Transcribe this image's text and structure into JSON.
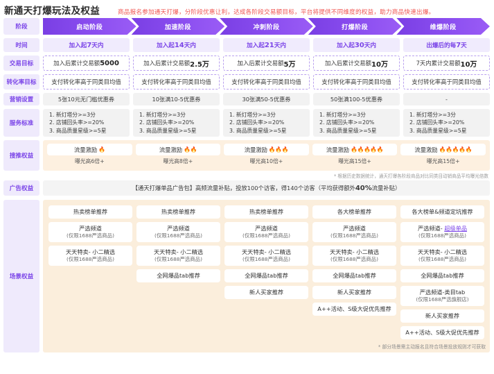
{
  "header": {
    "title": "新通天打爆玩法及权益",
    "subtitle": "商品报名参加通天打爆，分阶段优惠让利，达成各阶段交易额目标，平台将提供不同维度的权益，助力商品快速出爆。",
    "subtitle_color": "#f0534f"
  },
  "row_labels": {
    "stage": "阶段",
    "time": "时间",
    "deal_goal": "交易目标",
    "conversion_goal": "转化率目标",
    "marketing": "营销设置",
    "service": "服务标准",
    "traffic": "搜推权益",
    "ad": "广告权益",
    "scene": "场景权益"
  },
  "stages": [
    "启动阶段",
    "加速阶段",
    "冲刺阶段",
    "打爆阶段",
    "维爆阶段"
  ],
  "time": [
    {
      "prefix": "加入起",
      "num": "7",
      "suffix": "天内"
    },
    {
      "prefix": "加入起",
      "num": "14",
      "suffix": "天内"
    },
    {
      "prefix": "加入起",
      "num": "21",
      "suffix": "天内"
    },
    {
      "prefix": "加入起",
      "num": "30",
      "suffix": "天内"
    },
    {
      "prefix": "出爆后的每",
      "num": "7",
      "suffix": "天"
    }
  ],
  "deal_goal": [
    {
      "prefix": "加入后累计交易额",
      "num": "5000",
      "suffix": ""
    },
    {
      "prefix": "加入后累计交易额",
      "num": "2.5万",
      "suffix": ""
    },
    {
      "prefix": "加入后累计交易额",
      "num": "5万",
      "suffix": ""
    },
    {
      "prefix": "加入后累计交易额",
      "num": "10万",
      "suffix": ""
    },
    {
      "prefix": "7天内累计交易额",
      "num": "10万",
      "suffix": ""
    }
  ],
  "conversion_goal": [
    "支付转化率高于同类目均值",
    "支付转化率高于同类目均值",
    "支付转化率高于同类目均值",
    "支付转化率高于同类目均值",
    "支付转化率高于同类目均值"
  ],
  "marketing": [
    "5张10元无门槛优惠券",
    "10张满10-5优惠券",
    "30张满50-5优惠券",
    "50张满100-5优惠券",
    "-"
  ],
  "service": [
    [
      "1. 新灯塔分>=3分",
      "2. 店铺回头率>=20%",
      "3. 商品质量星级>=5星"
    ],
    [
      "1. 新灯塔分>=3分",
      "2. 店铺回头率>=20%",
      "3. 商品质量星级>=5星"
    ],
    [
      "1. 新灯塔分>=3分",
      "2. 店铺回头率>=20%",
      "3. 商品质量星级>=5星"
    ],
    [
      "1. 新灯塔分>=3分",
      "2. 店铺回头率>=20%",
      "3. 商品质量星级>=5星"
    ],
    [
      "1. 新灯塔分>=3分",
      "2. 店铺回头率>=20%",
      "3. 商品质量星级>=5星"
    ]
  ],
  "traffic": {
    "cells": [
      {
        "label": "流量激励",
        "flames": "🔥",
        "sub": "曝光高6倍+"
      },
      {
        "label": "流量激励",
        "flames": "🔥🔥",
        "sub": "曝光高8倍+"
      },
      {
        "label": "流量激励",
        "flames": "🔥🔥🔥",
        "sub": "曝光高10倍+"
      },
      {
        "label": "流量激励",
        "flames": "🔥🔥🔥🔥🔥",
        "sub": "曝光高15倍+"
      },
      {
        "label": "流量激励",
        "flames": "🔥🔥🔥🔥🔥",
        "sub": "曝光高15倍+"
      }
    ],
    "note": "* 根据历史数据统计，通天打爆各阶段商品对比同类目动销商品平均曝光倍数"
  },
  "ad": {
    "prefix": "【通天打爆单品广告包】高频流量补贴，投放100个访客，得140个访客（平均获得额外",
    "highlight": "40%",
    "suffix": "流量补贴）"
  },
  "scene": {
    "columns": [
      [
        {
          "main": "热卖榜单推荐",
          "sub": ""
        },
        {
          "main": "严选频道",
          "sub": "(仅限1688严选商品)"
        },
        {
          "main": "天天特卖- 小二精选",
          "sub": "(仅限1688严选商品)"
        }
      ],
      [
        {
          "main": "热卖榜单推荐",
          "sub": ""
        },
        {
          "main": "严选频道",
          "sub": "(仅限1688严选商品)"
        },
        {
          "main": "天天特卖- 小二精选",
          "sub": "(仅限1688严选商品)"
        },
        {
          "main": "全网爆品tab推荐",
          "sub": ""
        }
      ],
      [
        {
          "main": "热卖榜单推荐",
          "sub": ""
        },
        {
          "main": "严选频道",
          "sub": "(仅限1688严选商品)"
        },
        {
          "main": "天天特卖- 小二精选",
          "sub": "(仅限1688严选商品)"
        },
        {
          "main": "全网爆品tab推荐",
          "sub": ""
        },
        {
          "main": "新人买家推荐",
          "sub": ""
        }
      ],
      [
        {
          "main": "各大榜单推荐",
          "sub": ""
        },
        {
          "main": "严选频道",
          "sub": "(仅限1688严选商品)"
        },
        {
          "main": "天天特卖- 小二精选",
          "sub": "(仅限1688严选商品)"
        },
        {
          "main": "全网爆品tab推荐",
          "sub": ""
        },
        {
          "main": "新人买家推荐",
          "sub": ""
        },
        {
          "main": "A++活动、S级大促优先推荐",
          "sub": ""
        }
      ],
      [
        {
          "main": "各大榜单&频道定坑推荐",
          "sub": ""
        },
        {
          "main": "严选频道- 超级单品",
          "sub": "(仅限1688严选商品)",
          "hl": "超级单品"
        },
        {
          "main": "天天特卖- 小二精选",
          "sub": "(仅限1688严选商品)"
        },
        {
          "main": "全网爆品tab推荐",
          "sub": ""
        },
        {
          "main": "严选频道-类目tab",
          "sub": "(仅限1688严选旗舰店)"
        },
        {
          "main": "新人买家推荐",
          "sub": ""
        },
        {
          "main": "A++活动、S级大促优先推荐",
          "sub": ""
        }
      ]
    ],
    "note": "* 部分场景需主动报名且符合场景投放规则才可获取"
  },
  "colors": {
    "purple": "#7b45e8",
    "label_bg": "#efeafc",
    "orange_band": "#fdf0e0",
    "scene_band": "#fbeedc",
    "red": "#f0534f"
  }
}
